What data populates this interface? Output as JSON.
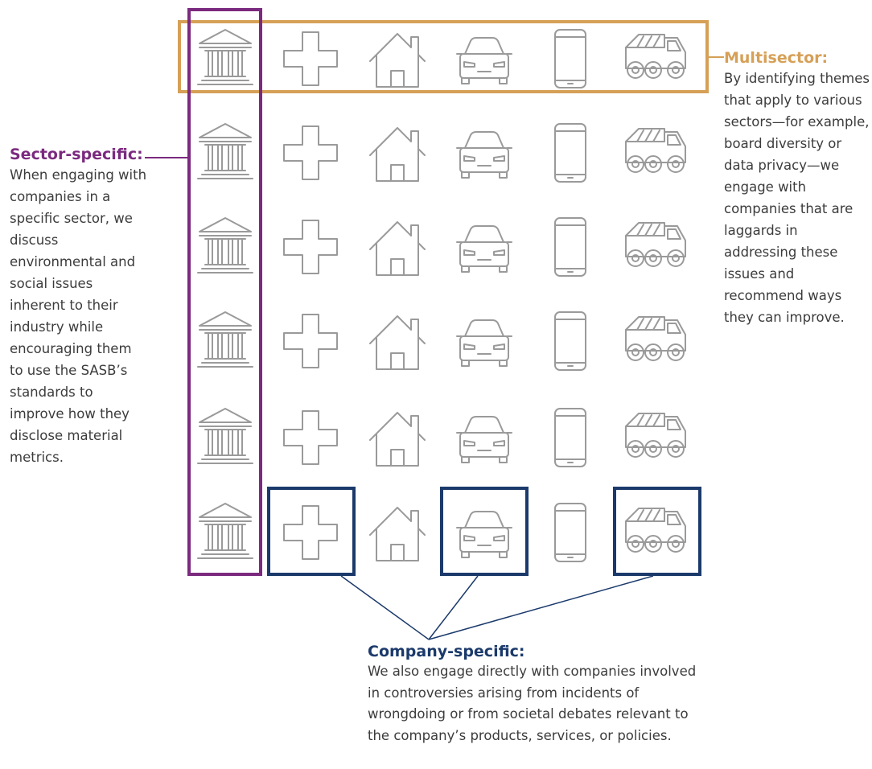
{
  "icons": [
    "bank-icon",
    "medical-cross-icon",
    "house-icon",
    "car-icon",
    "smartphone-icon",
    "dump-truck-icon"
  ],
  "rows": 6,
  "colors": {
    "sector": "#7b2a7f",
    "multisector": "#d6a057",
    "company": "#1b3a6b",
    "icon": "#9a9a9a",
    "text": "#3c3c3c"
  },
  "sector": {
    "title": "Sector-specific:",
    "body": "When engaging with companies in a specific sector, we discuss environmental and social issues inherent to their industry while encouraging them to use the SASB’s standards to improve how they disclose material metrics."
  },
  "multisector": {
    "title": "Multisector:",
    "body": "By identifying themes that apply to various sectors—for example, board diversity or data privacy—we engage with companies that are laggards in addressing these issues and recommend ways they can improve."
  },
  "company": {
    "title": "Company-specific:",
    "body": "We also engage directly with companies involved in controversies arising from incidents of wrongdoing or from societal debates relevant to the company’s products, services, or policies."
  }
}
